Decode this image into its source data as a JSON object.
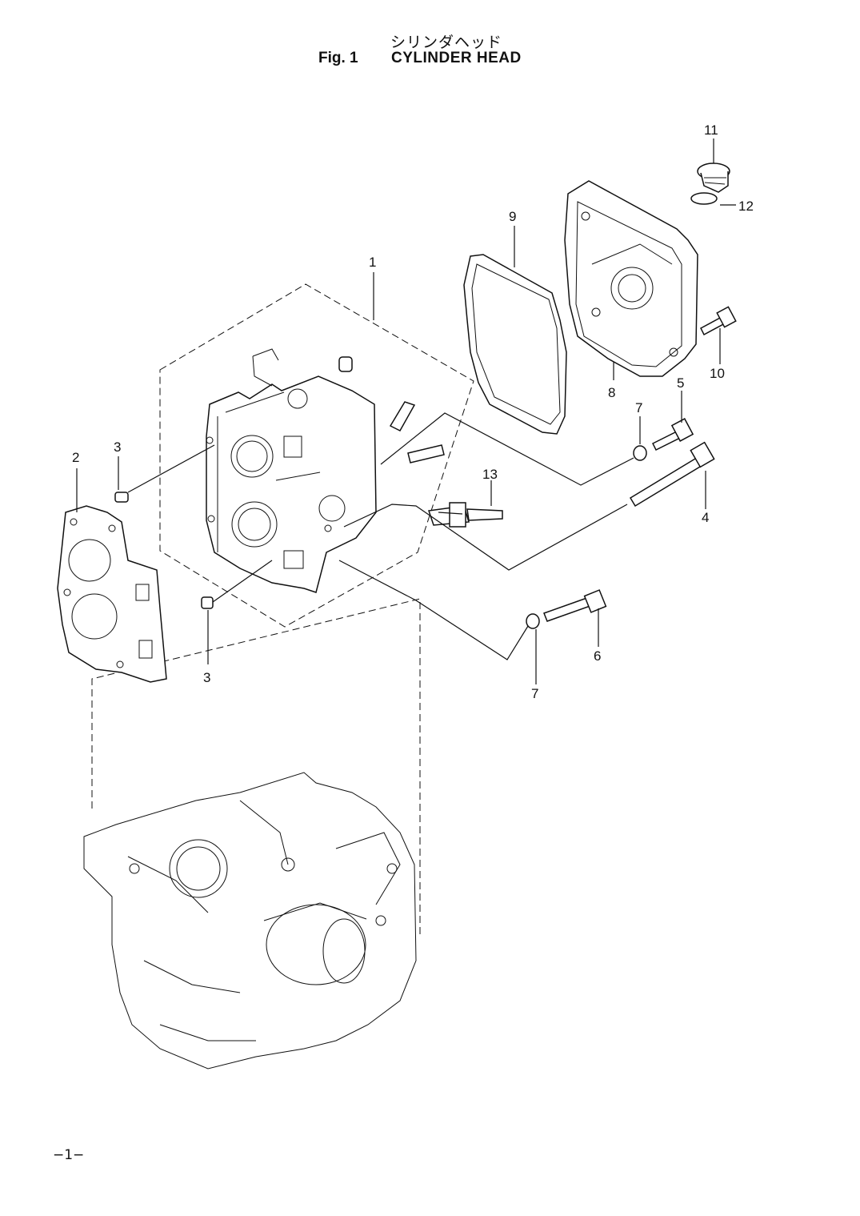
{
  "title": {
    "japanese": "シリンダヘッド",
    "figure": "Fig. 1",
    "name": "CYLINDER HEAD"
  },
  "callouts": [
    "1",
    "2",
    "3",
    "3",
    "4",
    "5",
    "6",
    "7",
    "7",
    "8",
    "9",
    "10",
    "11",
    "12",
    "13"
  ],
  "page_number": "−1−"
}
